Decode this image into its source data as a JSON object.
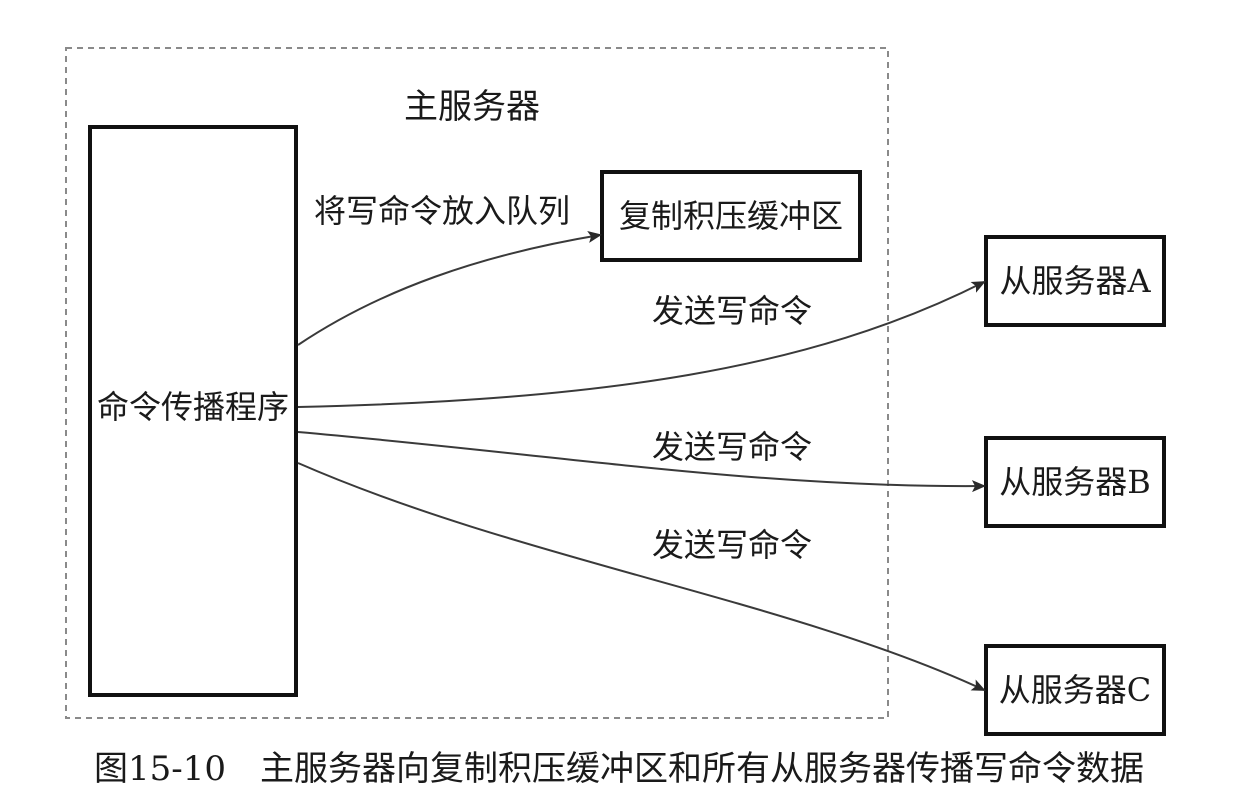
{
  "diagram": {
    "region_label": "主服务器",
    "propagator_label": "命令传播程序",
    "backlog_label": "复制积压缓冲区",
    "edge_to_backlog_label": "将写命令放入队列",
    "slaves": [
      {
        "label": "从服务器A",
        "edge_label": "发送写命令"
      },
      {
        "label": "从服务器B",
        "edge_label": "发送写命令"
      },
      {
        "label": "从服务器C",
        "edge_label": "发送写命令"
      }
    ],
    "caption": "图15-10　主服务器向复制积压缓冲区和所有从服务器传播写命令数据"
  },
  "colors": {
    "box_stroke": "#111111",
    "edge_stroke": "#3a3a3a",
    "region_stroke": "#8a8a8a",
    "text": "#1a1a1a"
  }
}
